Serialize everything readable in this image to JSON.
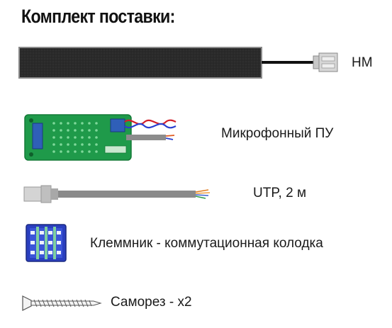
{
  "title": "Комплект поставки:",
  "items": [
    {
      "label": "НМ",
      "icon": "microphone-strip-icon"
    },
    {
      "label": "Микрофонный ПУ",
      "icon": "pcb-board-icon"
    },
    {
      "label": "UTP, 2 м",
      "icon": "utp-cable-icon"
    },
    {
      "label": "Клеммник - коммутационная колодка",
      "icon": "terminal-block-icon"
    },
    {
      "label": "Саморез - х2",
      "icon": "screw-icon"
    }
  ]
}
